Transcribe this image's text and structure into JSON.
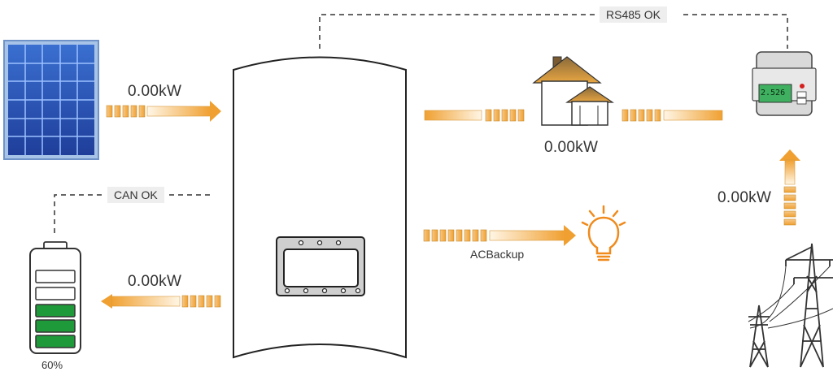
{
  "flows": {
    "pv_power": "0.00kW",
    "load_power": "0.00kW",
    "battery_power": "0.00kW",
    "grid_power": "0.00kW",
    "backup_label": "ACBackup"
  },
  "comms": {
    "rs485_status": "RS485 OK",
    "can_status": "CAN OK"
  },
  "battery": {
    "soc": "60%",
    "soc_value": 0.6
  },
  "meter": {
    "reading": "2.526"
  },
  "colors": {
    "flow_orange": "#f0a030",
    "flow_light": "#fde6c0",
    "battery_green": "#1e9a3a",
    "bulb_orange": "#f08a1c"
  }
}
